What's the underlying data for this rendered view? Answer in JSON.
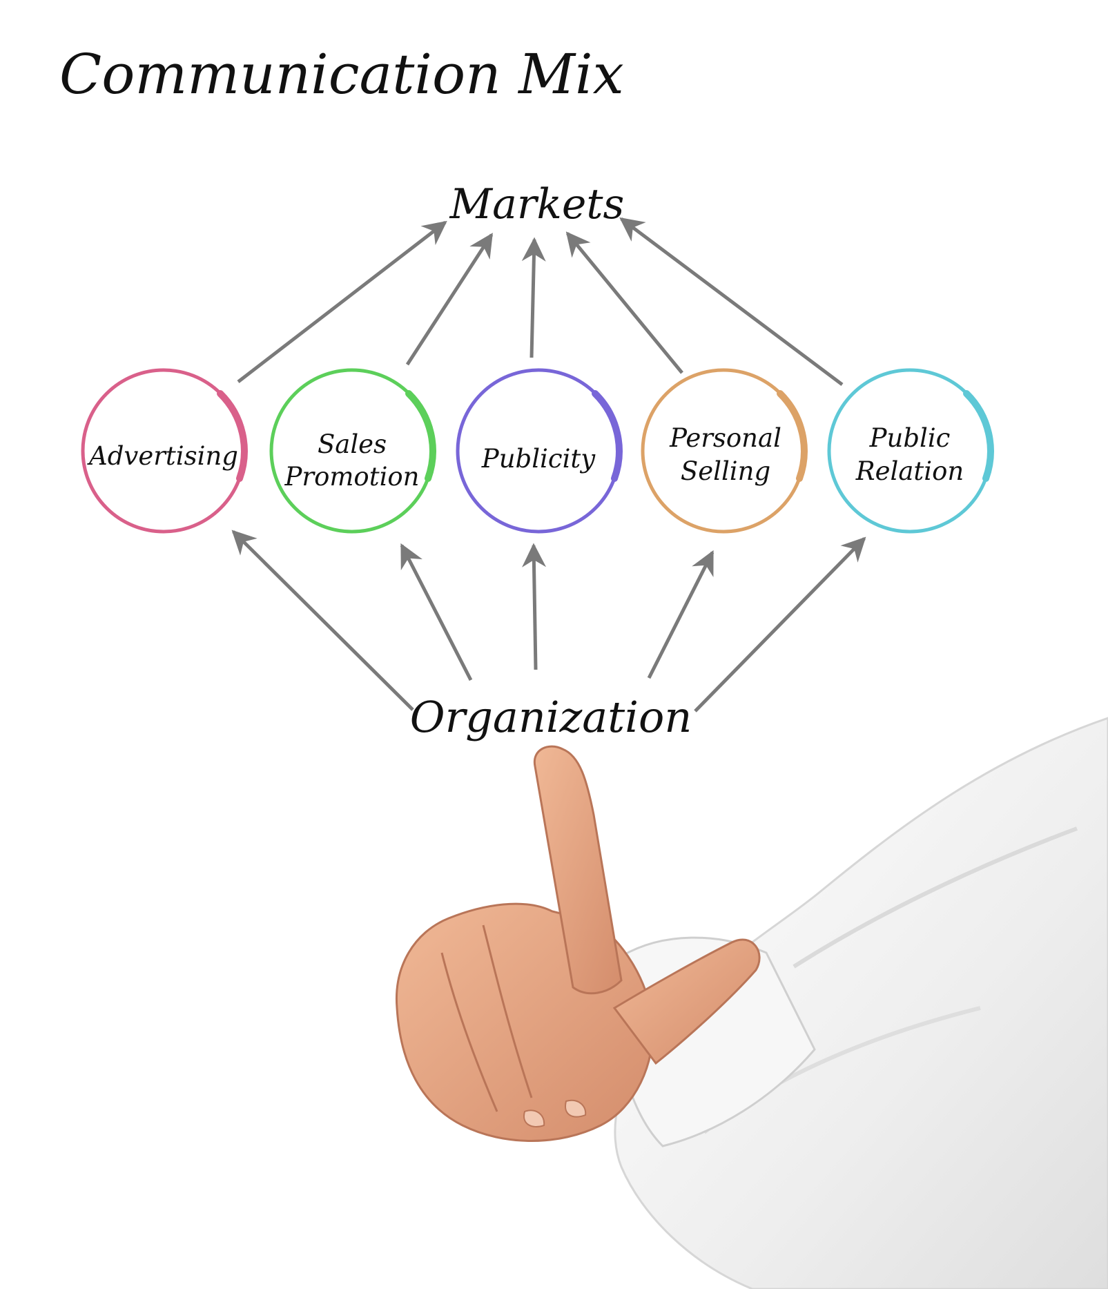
{
  "title": "Communication Mix",
  "top_node": {
    "label": "Markets"
  },
  "bottom_node": {
    "label": "Organization"
  },
  "circles": [
    {
      "lines": [
        "Advertising"
      ],
      "color": "#d9608a"
    },
    {
      "lines": [
        "Sales",
        "Promotion"
      ],
      "color": "#5ccf5a"
    },
    {
      "lines": [
        "Publicity"
      ],
      "color": "#7866d8"
    },
    {
      "lines": [
        "Personal",
        "Selling"
      ],
      "color": "#dca267"
    },
    {
      "lines": [
        "Public",
        "Relation"
      ],
      "color": "#5ec8d6"
    }
  ],
  "colors": {
    "arrow": "#7a7a7a",
    "text": "#111111",
    "skin": "#e4a684",
    "sleeve": "#f4f4f4"
  }
}
